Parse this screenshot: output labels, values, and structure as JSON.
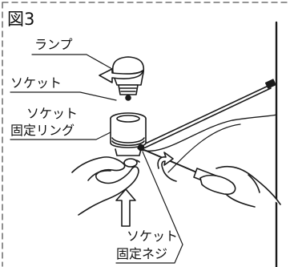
{
  "figure_label": "図3",
  "labels": {
    "lamp": "ランプ",
    "socket": "ソケット",
    "ring_line1": "ソケット",
    "ring_line2": "固定リング",
    "screw_line1": "ソケット",
    "screw_line2": "固定ネジ"
  },
  "colors": {
    "line": "#1a1a1a",
    "frame_dash": "#555555",
    "background": "#ffffff"
  }
}
